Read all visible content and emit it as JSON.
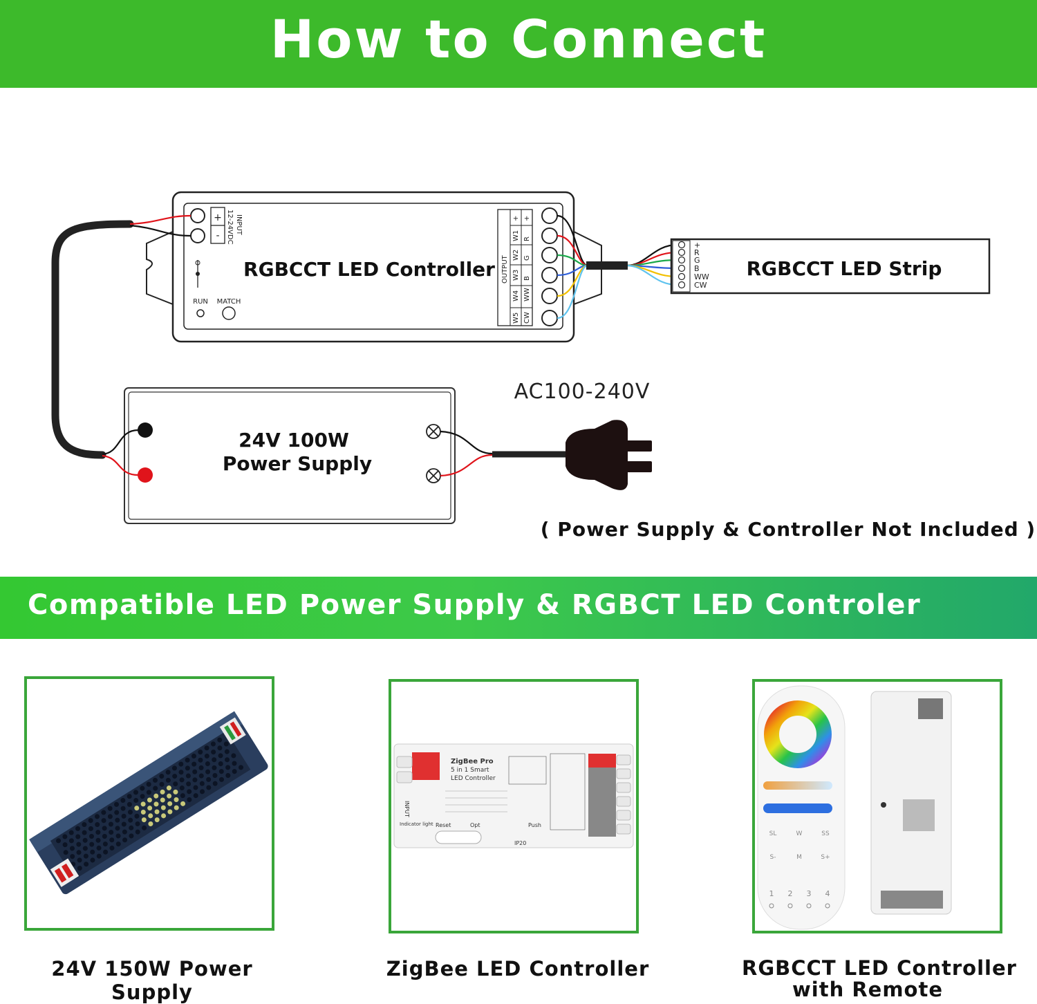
{
  "header": {
    "title": "How to Connect"
  },
  "diagram": {
    "controller_label": "RGBCCT LED Controller",
    "controller_input_label": "INPUT",
    "controller_input_voltage": "12-24VDC",
    "controller_plus": "+",
    "controller_minus": "-",
    "controller_run": "RUN",
    "controller_match": "MATCH",
    "controller_output": "OUTPUT",
    "controller_terminals_w": [
      "+",
      "W1",
      "W2",
      "W3",
      "W4",
      "W5"
    ],
    "controller_terminals_c": [
      "+",
      "R",
      "G",
      "B",
      "WW",
      "CW"
    ],
    "strip_label": "RGBCCT LED Strip",
    "strip_pins": [
      "+",
      "R",
      "G",
      "B",
      "WW",
      "CW"
    ],
    "power_supply_line1": "24V 100W",
    "power_supply_line2": "Power Supply",
    "ac_label": "AC100-240V",
    "note": "( Power Supply & Controller Not Included )",
    "wire_colors": {
      "red": "#e0141b",
      "black": "#111111",
      "green": "#1aa84a",
      "blue": "#2f5fd8",
      "yellow": "#f2c000",
      "lightblue": "#5fc3ee"
    }
  },
  "compatible": {
    "heading": "Compatible LED Power Supply & RGBCT LED Controler",
    "products": [
      {
        "caption": "24V 150W Power Supply"
      },
      {
        "caption": "ZigBee LED Controller",
        "device_title": "ZigBee Pro",
        "device_subtitle_1": "5 in 1 Smart",
        "device_subtitle_2": "LED Controller",
        "input": "INPUT",
        "indicator": "Indicator light",
        "reset": "Reset",
        "opt": "Opt",
        "push": "Push",
        "ip": "IP20"
      },
      {
        "caption_line1": "RGBCCT LED Controller",
        "caption_line2": "with Remote",
        "remote_buttons": [
          "SL",
          "W",
          "SS",
          "S-",
          "M",
          "S+"
        ],
        "remote_zones": [
          "1",
          "2",
          "3",
          "4"
        ]
      }
    ]
  },
  "colors": {
    "accent_green": "#3dba2b",
    "card_border": "#3aa63a"
  }
}
